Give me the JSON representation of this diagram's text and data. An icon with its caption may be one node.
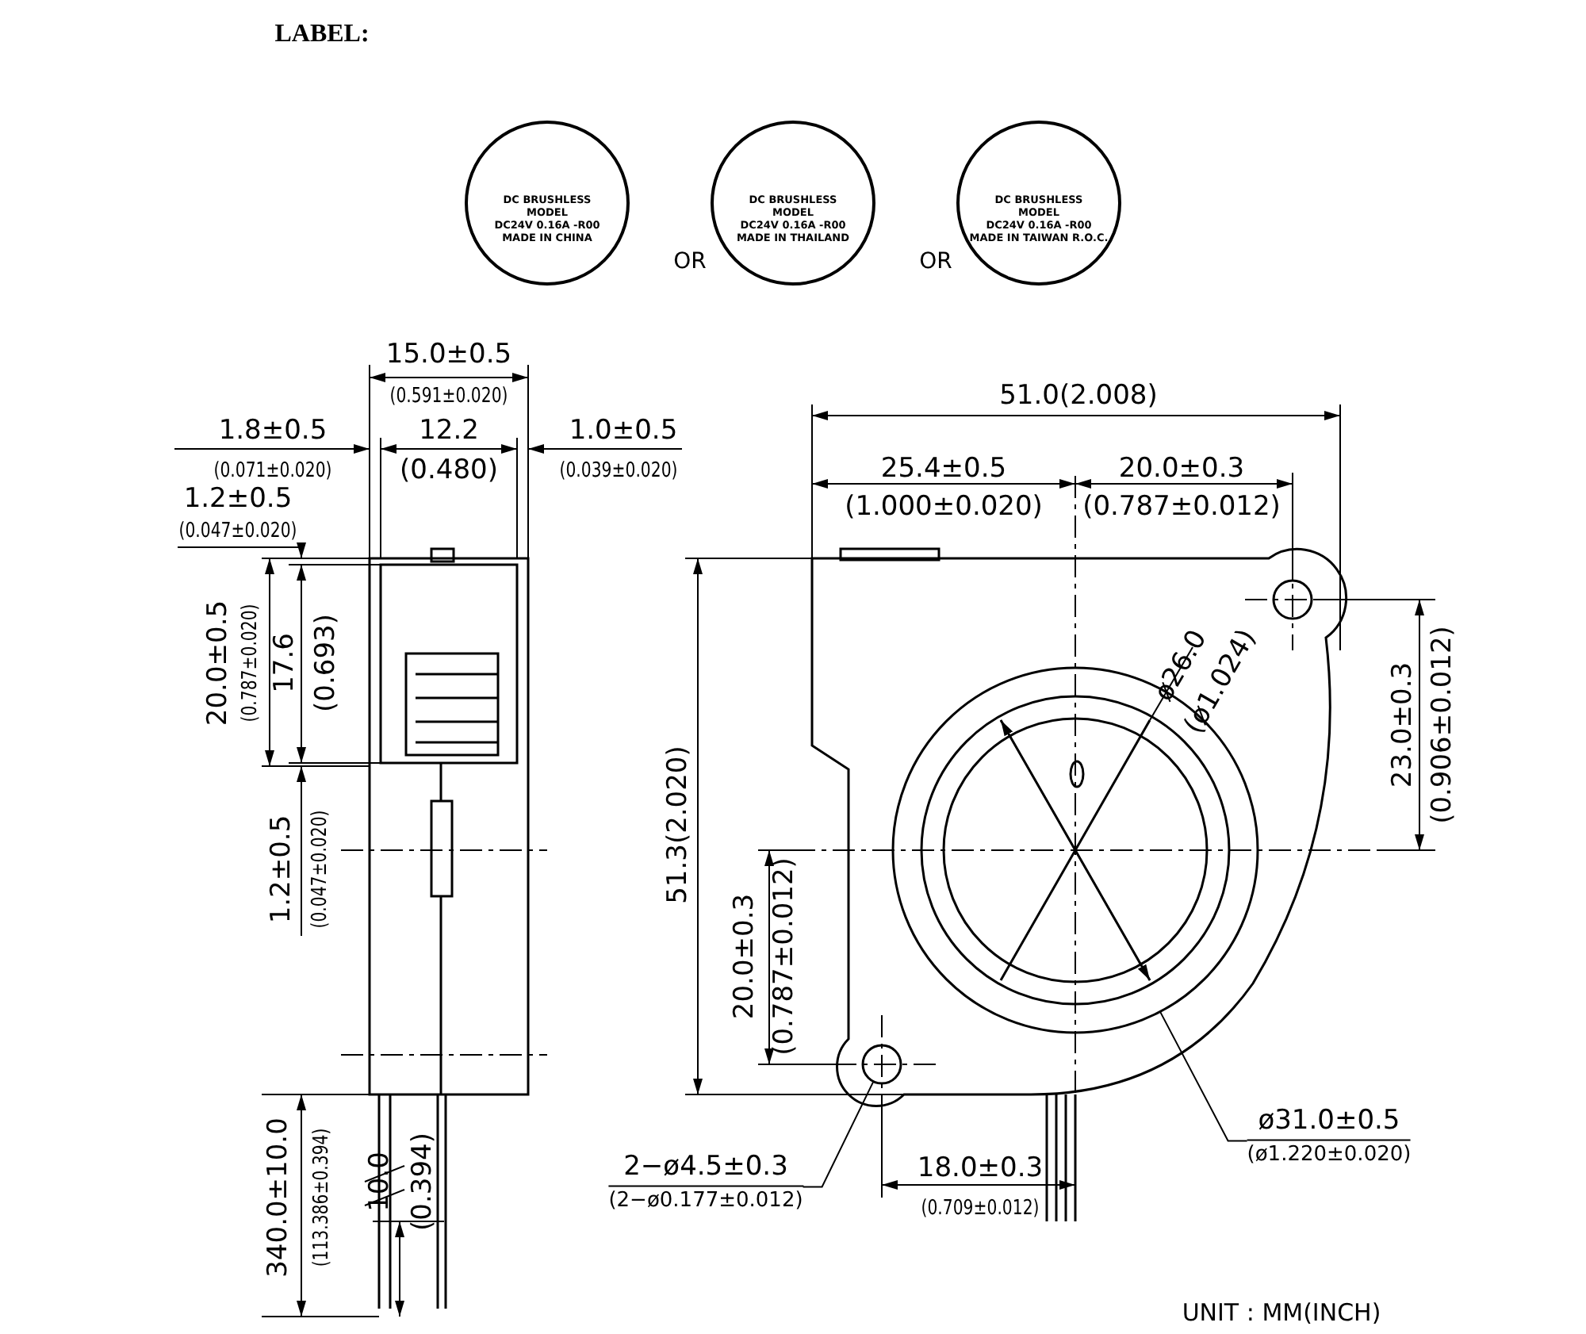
{
  "diagram": {
    "nodes": [
      {
        "text": [
          "DC BRUSHLESS",
          "MODEL",
          "DC24V 0.16A -R00",
          "MADE IN CHINA"
        ]
      },
      {
        "text": [
          "DC BRUSHLESS",
          "MODEL",
          "DC24V 0.16A -R00",
          "MADE IN THAILAND"
        ]
      },
      {
        "text": [
          "DC BRUSHLESS",
          "MODEL",
          "DC24V 0.16A -R00",
          "MADE IN TAIWAN R.O.C."
        ]
      },
      {
        "text": [
          "2−ø4.5±0.3",
          "(2−ø0.177±0.012)"
        ]
      },
      {
        "text": [],
        "shape": "circle"
      },
      {
        "text": [
          "ø31.0±0.5",
          "(ø1.220±0.020)"
        ]
      },
      {
        "text": [],
        "shape": "circle"
      }
    ],
    "edges": [
      {
        "from": 3,
        "to": 4,
        "arrow": "none"
      },
      {
        "from": 5,
        "to": 6,
        "arrow": "none"
      }
    ],
    "labels": [
      "LABEL:",
      "OR",
      "OR",
      "15.0±0.5",
      "(0.591±0.020)",
      "1.8±0.5",
      "(0.071±0.020)",
      "12.2",
      "(0.480)",
      "1.0±0.5",
      "(0.039±0.020)",
      "1.2±0.5",
      "(0.047±0.020)",
      "20.0±0.5",
      "(0.787±0.020)",
      "17.6",
      "(0.693)",
      "1.2±0.5",
      "(0.047±0.020)",
      "340.0±10.0",
      "(113.386±0.394)",
      "10.0",
      "(0.394)",
      "51.0(2.008)",
      "25.4±0.5",
      "(1.000±0.020)",
      "20.0±0.3",
      "(0.787±0.012)",
      "ø26.0",
      "(ø1.024)",
      "23.0±0.3",
      "(0.906±0.012)",
      "51.3(2.020)",
      "20.0±0.3",
      "(0.787±0.012)",
      "18.0±0.3",
      "(0.709±0.012)",
      "UNIT : MM(INCH)"
    ]
  }
}
